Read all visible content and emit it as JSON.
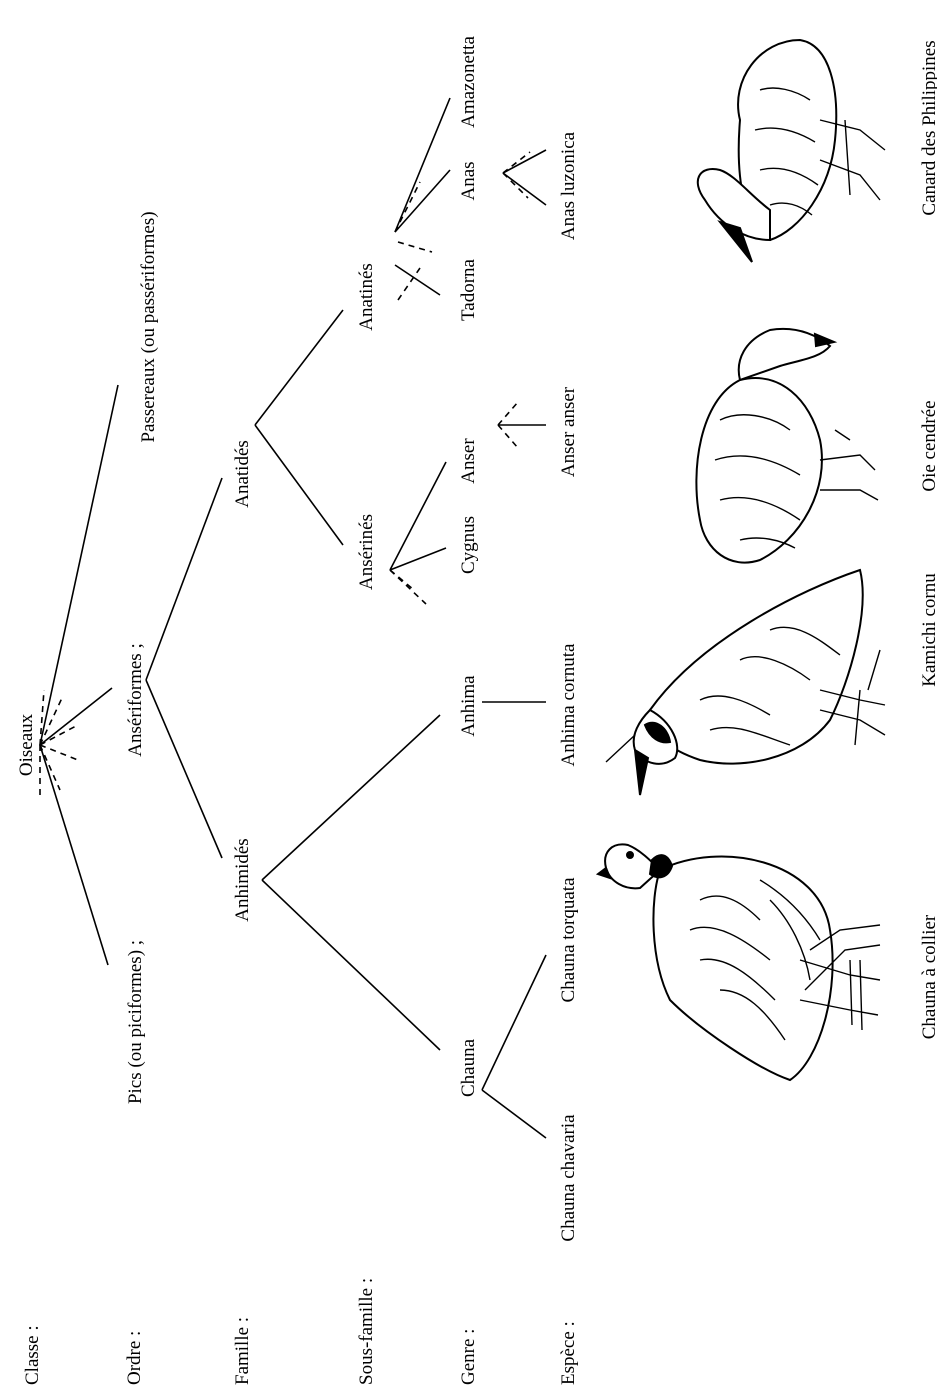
{
  "ranks": {
    "classe": "Classe :",
    "ordre": "Ordre :",
    "famille": "Famille :",
    "sous_famille": "Sous-famille :",
    "genre": "Genre :",
    "espece": "Espèce :"
  },
  "classe": "Oiseaux",
  "ordres": {
    "pics": "Pics (ou piciformes) ;",
    "anseriformes": "Ansériformes ;",
    "passereaux": "Passereaux (ou passériformes)"
  },
  "familles": {
    "anhimides": "Anhimidés",
    "anatides": "Anatidés"
  },
  "sous_familles": {
    "anserines": "Ansérinés",
    "anatines": "Anatinés"
  },
  "genres": {
    "chauna": "Chauna",
    "anhima": "Anhima",
    "cygnus": "Cygnus",
    "anser": "Anser",
    "tadorna": "Tadorna",
    "anas": "Anas",
    "amazonetta": "Amazonetta"
  },
  "especes": {
    "chauna_chavaria": "Chauna chavaria",
    "chauna_torquata": "Chauna torquata",
    "anhima_cornuta": "Anhima cornuta",
    "anser_anser": "Anser anser",
    "anas_luzonica": "Anas luzonica"
  },
  "birds": {
    "chauna_collier": "Chauna à collier",
    "kamichi": "Kamichi cornu",
    "oie": "Oie cendrée",
    "canard": "Canard des Philippines"
  }
}
